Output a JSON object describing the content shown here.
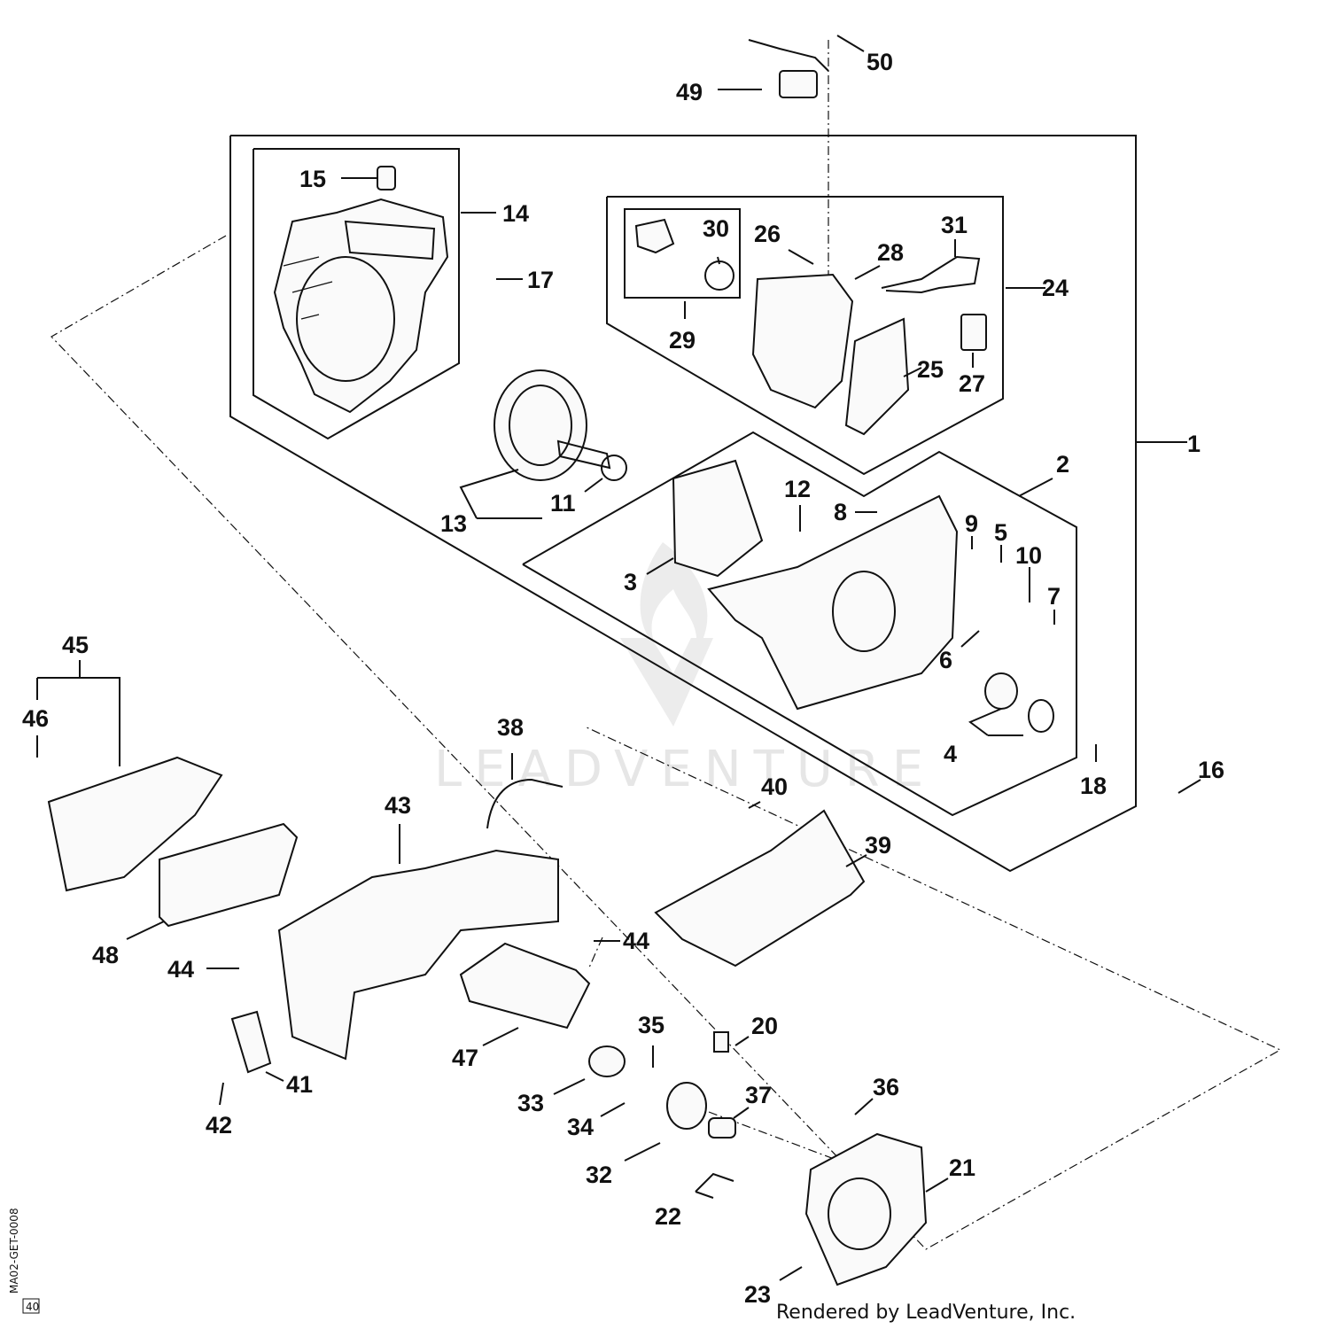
{
  "diagram": {
    "callouts": [
      "1",
      "2",
      "3",
      "4",
      "5",
      "6",
      "7",
      "8",
      "9",
      "10",
      "11",
      "12",
      "13",
      "14",
      "15",
      "16",
      "17",
      "18",
      "20",
      "21",
      "22",
      "23",
      "24",
      "25",
      "26",
      "27",
      "28",
      "29",
      "30",
      "31",
      "32",
      "33",
      "34",
      "35",
      "36",
      "37",
      "38",
      "39",
      "40",
      "41",
      "42",
      "43",
      "44",
      "45",
      "46",
      "47",
      "48",
      "49",
      "50"
    ],
    "callout_44_second": "44",
    "drawing_code": "MA02-GET-0008",
    "drawing_code_box": "40",
    "credit": "Rendered by LeadVenture, Inc.",
    "watermark": "LEADVENTURE"
  }
}
